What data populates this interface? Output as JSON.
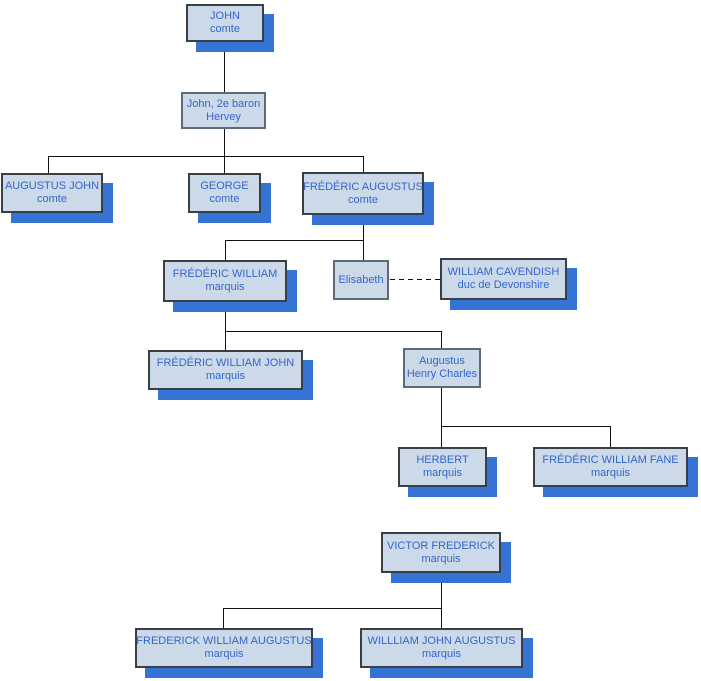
{
  "diagram": {
    "type": "family-tree",
    "colors": {
      "node_fill": "#ccd9e8",
      "node_border": "#3a3f45",
      "plain_node_border": "#5d6a78",
      "shadow_blue": "#3573d4",
      "text_blue": "#3366cc",
      "connector": "#111111"
    },
    "nodes": [
      {
        "id": "john",
        "name": "JOHN",
        "title": "comte"
      },
      {
        "id": "hervey",
        "name": "John, 2e baron",
        "title": "Hervey"
      },
      {
        "id": "augustus-john",
        "name": "AUGUSTUS JOHN",
        "title": "comte"
      },
      {
        "id": "george",
        "name": "GEORGE",
        "title": "comte"
      },
      {
        "id": "frederic-augustus",
        "name": "FRÉDÉRIC AUGUSTUS",
        "title": "comte"
      },
      {
        "id": "frederic-william",
        "name": "FRÉDÉRIC WILLIAM",
        "title": "marquis"
      },
      {
        "id": "elisabeth",
        "name": "Elisabeth",
        "title": ""
      },
      {
        "id": "william-cavendish",
        "name": "WILLIAM CAVENDISH",
        "title": "duc de Devonshire"
      },
      {
        "id": "frederic-william-john",
        "name": "FRÉDÉRIC WILLIAM JOHN",
        "title": "marquis"
      },
      {
        "id": "augustus-henry-charles",
        "name": "Augustus",
        "title": "Henry Charles"
      },
      {
        "id": "herbert",
        "name": "HERBERT",
        "title": "marquis"
      },
      {
        "id": "frederic-william-fane",
        "name": "FRÉDÉRIC WILLIAM FANE",
        "title": "marquis"
      },
      {
        "id": "victor-frederick",
        "name": "VICTOR FREDERICK",
        "title": "marquis"
      },
      {
        "id": "frederick-william-augustus",
        "name": "FREDERICK WILLIAM AUGUSTUS",
        "title": "marquis"
      },
      {
        "id": "willliam-john-augustus",
        "name": "WILLLIAM JOHN AUGUSTUS",
        "title": "marquis"
      }
    ]
  }
}
